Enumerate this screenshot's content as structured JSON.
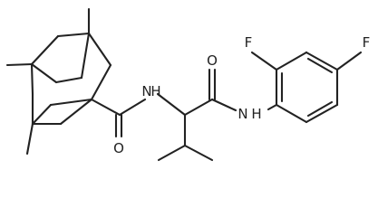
{
  "molecule": {
    "atom_labels": {
      "amide_oxygen_1": "O",
      "amide_nitrogen_1": "N",
      "amide_nitrogen_1_h": "H",
      "amide_oxygen_2": "O",
      "amide_nitrogen_2": "N",
      "amide_nitrogen_2_h": "H",
      "fluorine_ortho": "F",
      "fluorine_para": "F"
    },
    "colors": {
      "bond": "#222222",
      "label": "#222222",
      "background": "#ffffff"
    }
  }
}
